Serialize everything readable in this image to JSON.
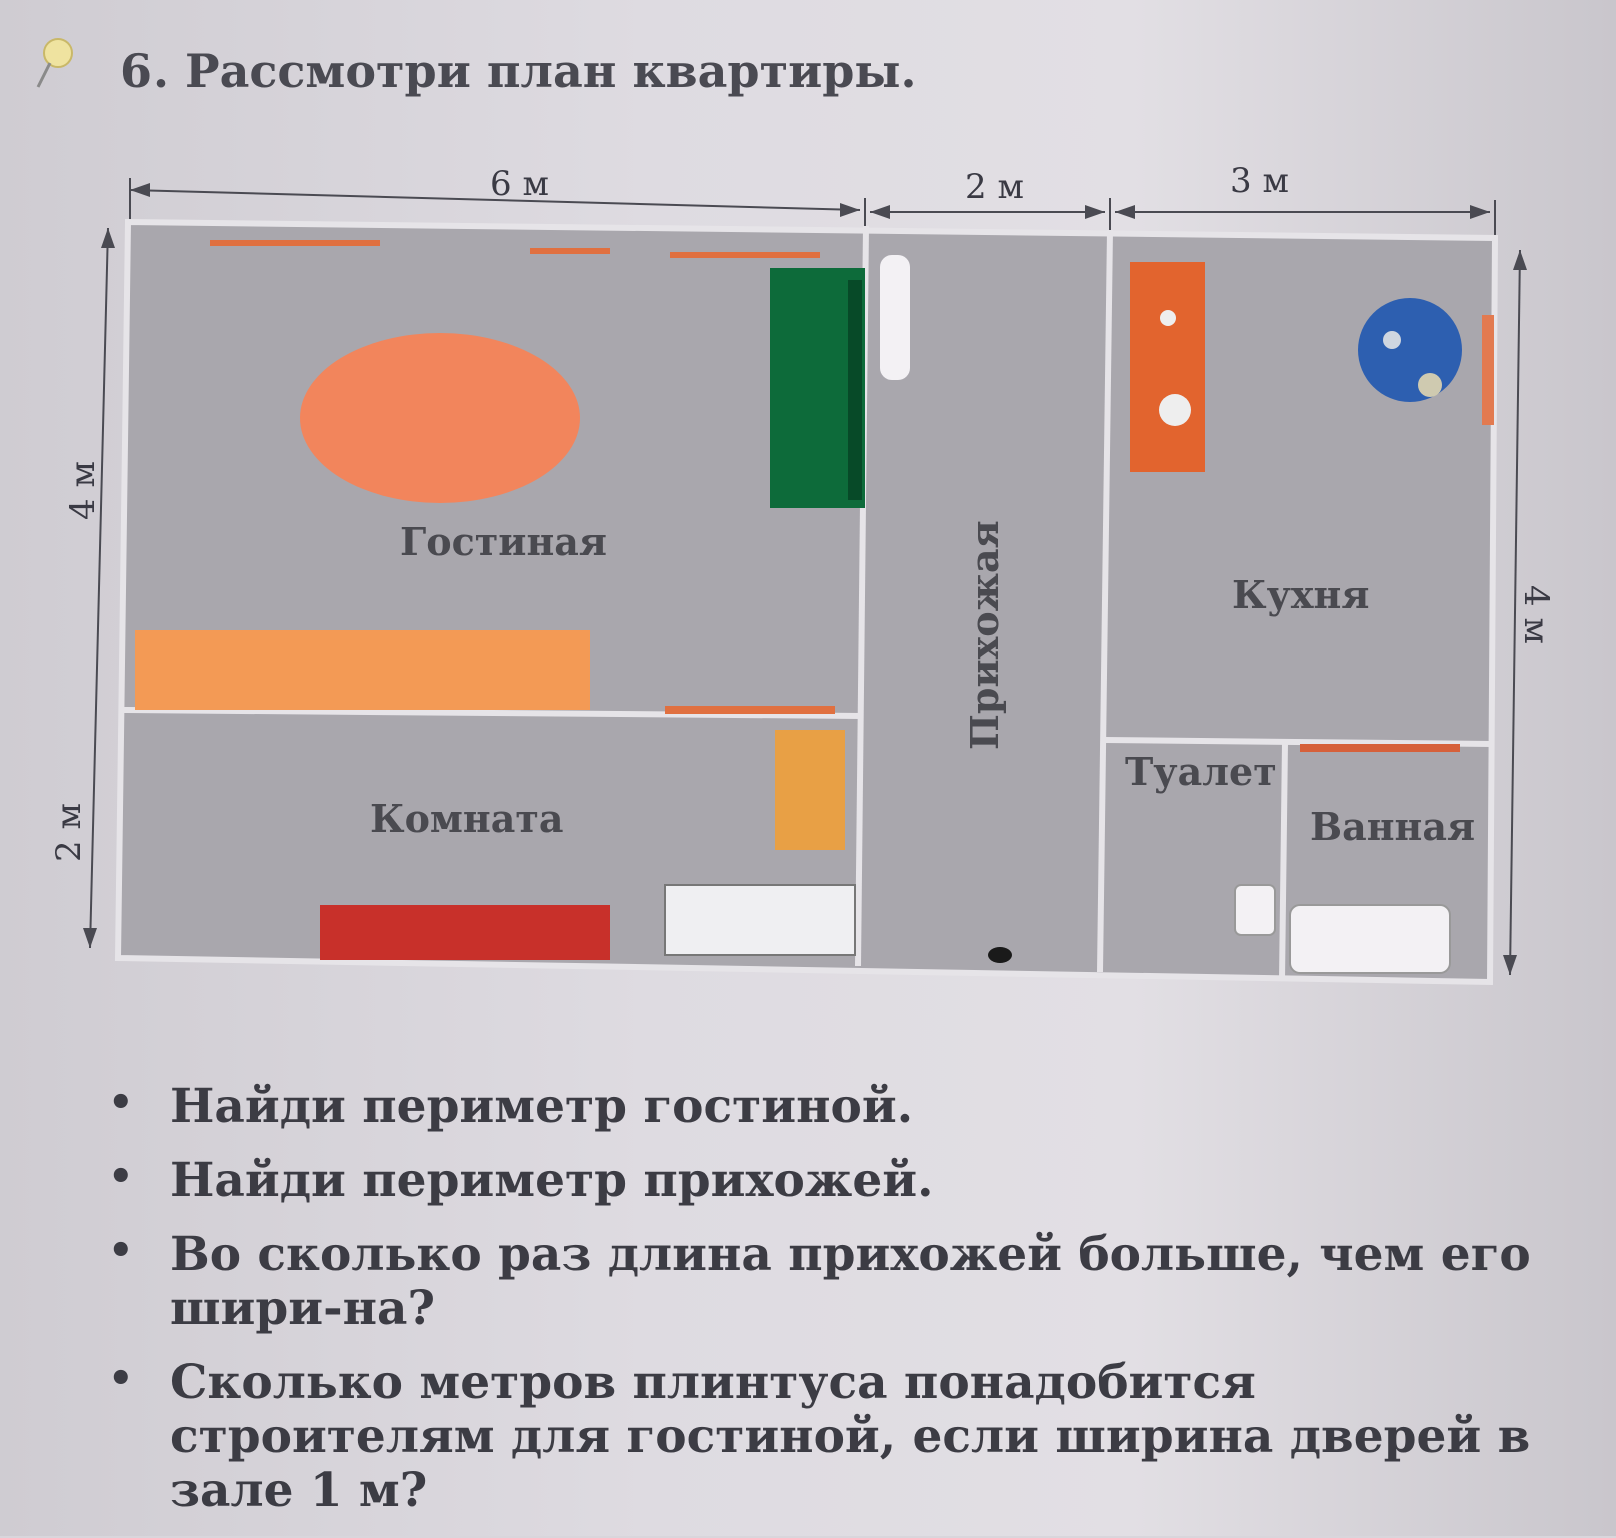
{
  "task": {
    "number": "6.",
    "title": "Рассмотри план квартиры."
  },
  "plan": {
    "dims": {
      "top_living": "6 м",
      "top_hall": "2 м",
      "top_kitchen": "3 м",
      "left_upper": "4 м",
      "left_lower": "2 м",
      "right": "4 м"
    },
    "rooms": {
      "living": "Гостиная",
      "hall": "Прихожая",
      "kitchen": "Кухня",
      "room": "Комната",
      "toilet": "Туалет",
      "bath": "Ванная"
    },
    "colors": {
      "floor": "#a9a7ad",
      "wall": "#e6e4e8",
      "rug": "#f2855c",
      "sofa": "#0d6b3a",
      "shelf": "#f39a55",
      "red_bed": "#c8302a",
      "table": "#e2642e",
      "round_table": "#2d5fb0"
    }
  },
  "questions": [
    "Найди периметр гостиной.",
    "Найди периметр прихожей.",
    "Во сколько раз длина прихожей больше, чем его шири-на?",
    "Сколько метров плинтуса понадобится строителям для гостиной, если ширина дверей в зале 1 м?"
  ],
  "bullet": "•"
}
